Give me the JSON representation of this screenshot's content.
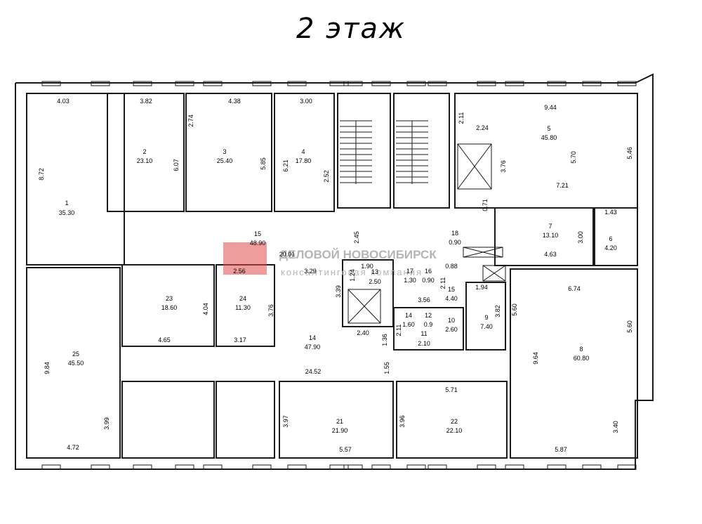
{
  "title": "2 этаж",
  "watermark": {
    "name": "ДЕЛОВОЙ НОВОСИБИРСК",
    "tagline": "консалтинговая компания",
    "accent_color": "#e04a4a",
    "text_color": "#b5b5b5"
  },
  "labels": [
    {
      "id": "room-1-number",
      "text": "1"
    },
    {
      "id": "room-1-area",
      "text": "35.30"
    },
    {
      "id": "room-1-dim-top",
      "text": "4.03"
    },
    {
      "id": "room-1-dim-side",
      "text": "8.72"
    },
    {
      "id": "room-2-number",
      "text": "2"
    },
    {
      "id": "room-2-area",
      "text": "23.10"
    },
    {
      "id": "room-2-dim-top",
      "text": "3.82"
    },
    {
      "id": "room-2-dim-side",
      "text": "6.07"
    },
    {
      "id": "room-3-number",
      "text": "3"
    },
    {
      "id": "room-3-area",
      "text": "25.40"
    },
    {
      "id": "room-3-dim-top",
      "text": "4.38"
    },
    {
      "id": "room-3-dim-left",
      "text": "2.74"
    },
    {
      "id": "room-3-dim-side",
      "text": "5.85"
    },
    {
      "id": "room-4-number",
      "text": "4"
    },
    {
      "id": "room-4-area",
      "text": "17.80"
    },
    {
      "id": "room-4-dim-top",
      "text": "3.00"
    },
    {
      "id": "room-4-dim-left",
      "text": "6.21"
    },
    {
      "id": "room-4-dim-right",
      "text": "2.52"
    },
    {
      "id": "room-5-number",
      "text": "5"
    },
    {
      "id": "room-5-area",
      "text": "45.80"
    },
    {
      "id": "room-5-dim-top",
      "text": "9.44"
    },
    {
      "id": "room-5-dim-a",
      "text": "2.11"
    },
    {
      "id": "room-5-dim-b",
      "text": "2.24"
    },
    {
      "id": "room-5-dim-c",
      "text": "3.76"
    },
    {
      "id": "room-5-dim-d",
      "text": "5.70"
    },
    {
      "id": "room-5-dim-e",
      "text": "5.46"
    },
    {
      "id": "room-5-dim-f",
      "text": "7.21"
    },
    {
      "id": "room-5-dim-g",
      "text": "0.71"
    },
    {
      "id": "room-6-number",
      "text": "6"
    },
    {
      "id": "room-6-area",
      "text": "4.20"
    },
    {
      "id": "room-6-dim-top",
      "text": "1.43"
    },
    {
      "id": "room-7-number",
      "text": "7"
    },
    {
      "id": "room-7-area",
      "text": "13.10"
    },
    {
      "id": "room-7-dim-side",
      "text": "3.00"
    },
    {
      "id": "room-7-dim-bottom",
      "text": "4.63"
    },
    {
      "id": "room-8-number",
      "text": "8"
    },
    {
      "id": "room-8-area",
      "text": "60.80"
    },
    {
      "id": "room-8-dim-top",
      "text": "6.74"
    },
    {
      "id": "room-8-dim-a",
      "text": "5.60"
    },
    {
      "id": "room-8-dim-b",
      "text": "5.60"
    },
    {
      "id": "room-8-dim-c",
      "text": "9.64"
    },
    {
      "id": "room-8-dim-d",
      "text": "3.82"
    },
    {
      "id": "room-9-number",
      "text": "9"
    },
    {
      "id": "room-9-area",
      "text": "7.40"
    },
    {
      "id": "room-9-dim",
      "text": "1.94"
    },
    {
      "id": "room-10-number",
      "text": "10"
    },
    {
      "id": "room-10-area",
      "text": "2.60"
    },
    {
      "id": "room-11-number",
      "text": "11"
    },
    {
      "id": "room-11-area",
      "text": "2.10"
    },
    {
      "id": "room-12-number",
      "text": "12"
    },
    {
      "id": "room-12-area",
      "text": "0.9"
    },
    {
      "id": "room-13-number",
      "text": "13"
    },
    {
      "id": "room-13-area",
      "text": "2.50"
    },
    {
      "id": "room-13-dim",
      "text": "1.90"
    },
    {
      "id": "room-13-dim-b",
      "text": "1.24"
    },
    {
      "id": "room-14s-number",
      "text": "14"
    },
    {
      "id": "room-14s-area",
      "text": "1.60"
    },
    {
      "id": "room-14s-dim",
      "text": "2.11"
    },
    {
      "id": "room-14-number",
      "text": "14"
    },
    {
      "id": "room-14-area",
      "text": "47.90"
    },
    {
      "id": "room-14-dim-a",
      "text": "3.29"
    },
    {
      "id": "room-14-dim-b",
      "text": "3.39"
    },
    {
      "id": "room-14-dim-c",
      "text": "2.40"
    },
    {
      "id": "room-14-dim-d",
      "text": "1.36"
    },
    {
      "id": "room-14-dim-e",
      "text": "24.52"
    },
    {
      "id": "room-14-dim-f",
      "text": "1.55"
    },
    {
      "id": "room-15-number",
      "text": "15"
    },
    {
      "id": "room-15-area",
      "text": "48.90"
    },
    {
      "id": "room-15-dim-a",
      "text": "20.01"
    },
    {
      "id": "room-15-dim-b",
      "text": "2.45"
    },
    {
      "id": "room-15-dim-c",
      "text": "2.56"
    },
    {
      "id": "room-15s-number",
      "text": "15"
    },
    {
      "id": "room-15s-area",
      "text": "4.40"
    },
    {
      "id": "room-15s-dim",
      "text": "3.56"
    },
    {
      "id": "room-15s-dim-b",
      "text": "2.11"
    },
    {
      "id": "room-16-number",
      "text": "16"
    },
    {
      "id": "room-16-area",
      "text": "0.90"
    },
    {
      "id": "room-17-number",
      "text": "17"
    },
    {
      "id": "room-17-area",
      "text": "1.30"
    },
    {
      "id": "room-18-number",
      "text": "18"
    },
    {
      "id": "room-18-area",
      "text": "0.90"
    },
    {
      "id": "room-18-dim",
      "text": "0.88"
    },
    {
      "id": "room-21-number",
      "text": "21"
    },
    {
      "id": "room-21-area",
      "text": "21.90"
    },
    {
      "id": "room-21-dim-side",
      "text": "3.97"
    },
    {
      "id": "room-21-dim-bottom",
      "text": "5.57"
    },
    {
      "id": "room-22-number",
      "text": "22"
    },
    {
      "id": "room-22-area",
      "text": "22.10"
    },
    {
      "id": "room-22-dim-side",
      "text": "3.96"
    },
    {
      "id": "room-22-dim-top",
      "text": "5.71"
    },
    {
      "id": "room-22-dim-right",
      "text": "3.40"
    },
    {
      "id": "room-22-dim-bottom",
      "text": "5.87"
    },
    {
      "id": "room-23-number",
      "text": "23"
    },
    {
      "id": "room-23-area",
      "text": "18.60"
    },
    {
      "id": "room-23-dim-side",
      "text": "4.04"
    },
    {
      "id": "room-23-dim-bottom",
      "text": "4.65"
    },
    {
      "id": "room-24-number",
      "text": "24"
    },
    {
      "id": "room-24-area",
      "text": "11.30"
    },
    {
      "id": "room-24-dim-side",
      "text": "3.76"
    },
    {
      "id": "room-24-dim-bottom",
      "text": "3.17"
    },
    {
      "id": "room-25-number",
      "text": "25"
    },
    {
      "id": "room-25-area",
      "text": "45.50"
    },
    {
      "id": "room-25-dim-side",
      "text": "9.84"
    },
    {
      "id": "room-25-dim-b",
      "text": "3.99"
    },
    {
      "id": "room-25-dim-bottom",
      "text": "4.72"
    }
  ]
}
